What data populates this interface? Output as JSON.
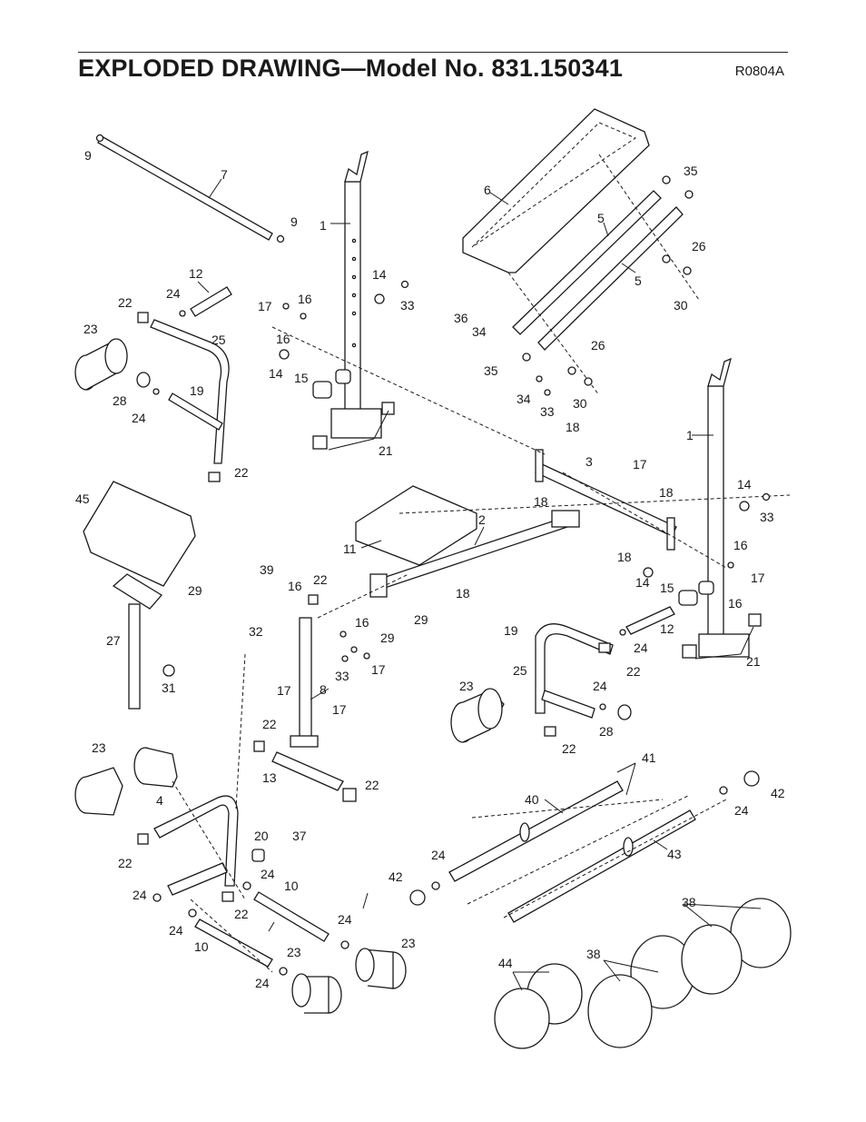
{
  "header": {
    "title": "EXPLODED DRAWING—Model No. 831.150341",
    "code": "R0804A"
  },
  "callouts": [
    {
      "text": "9"
    },
    {
      "text": "7"
    },
    {
      "text": "9"
    },
    {
      "text": "1"
    },
    {
      "text": "12"
    },
    {
      "text": "22"
    },
    {
      "text": "24"
    },
    {
      "text": "23"
    },
    {
      "text": "25"
    },
    {
      "text": "28"
    },
    {
      "text": "19"
    },
    {
      "text": "24"
    },
    {
      "text": "22"
    },
    {
      "text": "14"
    },
    {
      "text": "33"
    },
    {
      "text": "17"
    },
    {
      "text": "16"
    },
    {
      "text": "16"
    },
    {
      "text": "14"
    },
    {
      "text": "15"
    },
    {
      "text": "21"
    },
    {
      "text": "6"
    },
    {
      "text": "35"
    },
    {
      "text": "5"
    },
    {
      "text": "5"
    },
    {
      "text": "26"
    },
    {
      "text": "30"
    },
    {
      "text": "36"
    },
    {
      "text": "34"
    },
    {
      "text": "35"
    },
    {
      "text": "26"
    },
    {
      "text": "34"
    },
    {
      "text": "33"
    },
    {
      "text": "30"
    },
    {
      "text": "18"
    },
    {
      "text": "3"
    },
    {
      "text": "17"
    },
    {
      "text": "18"
    },
    {
      "text": "18"
    },
    {
      "text": "1"
    },
    {
      "text": "14"
    },
    {
      "text": "33"
    },
    {
      "text": "2"
    },
    {
      "text": "18"
    },
    {
      "text": "18"
    },
    {
      "text": "14"
    },
    {
      "text": "15"
    },
    {
      "text": "16"
    },
    {
      "text": "17"
    },
    {
      "text": "16"
    },
    {
      "text": "21"
    },
    {
      "text": "45"
    },
    {
      "text": "11"
    },
    {
      "text": "29"
    },
    {
      "text": "27"
    },
    {
      "text": "39"
    },
    {
      "text": "16"
    },
    {
      "text": "22"
    },
    {
      "text": "32"
    },
    {
      "text": "16"
    },
    {
      "text": "29"
    },
    {
      "text": "29"
    },
    {
      "text": "33"
    },
    {
      "text": "17"
    },
    {
      "text": "31"
    },
    {
      "text": "19"
    },
    {
      "text": "12"
    },
    {
      "text": "24"
    },
    {
      "text": "25"
    },
    {
      "text": "22"
    },
    {
      "text": "23"
    },
    {
      "text": "24"
    },
    {
      "text": "28"
    },
    {
      "text": "22"
    },
    {
      "text": "17"
    },
    {
      "text": "8"
    },
    {
      "text": "17"
    },
    {
      "text": "22"
    },
    {
      "text": "13"
    },
    {
      "text": "22"
    },
    {
      "text": "37"
    },
    {
      "text": "23"
    },
    {
      "text": "4"
    },
    {
      "text": "22"
    },
    {
      "text": "20"
    },
    {
      "text": "24"
    },
    {
      "text": "24"
    },
    {
      "text": "22"
    },
    {
      "text": "10"
    },
    {
      "text": "24"
    },
    {
      "text": "10"
    },
    {
      "text": "24"
    },
    {
      "text": "23"
    },
    {
      "text": "23"
    },
    {
      "text": "24"
    },
    {
      "text": "41"
    },
    {
      "text": "40"
    },
    {
      "text": "42"
    },
    {
      "text": "24"
    },
    {
      "text": "43"
    },
    {
      "text": "24"
    },
    {
      "text": "42"
    },
    {
      "text": "38"
    },
    {
      "text": "38"
    },
    {
      "text": "44"
    }
  ]
}
